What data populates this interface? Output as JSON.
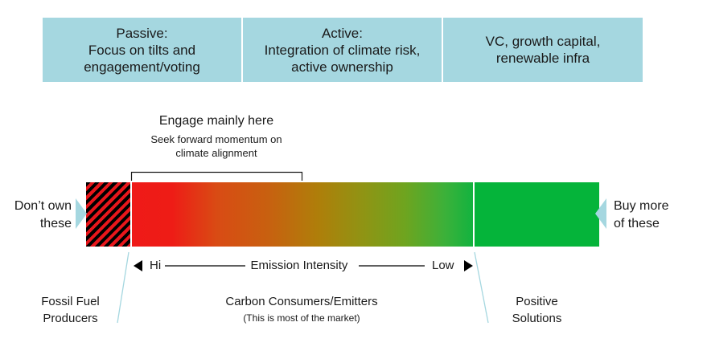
{
  "header": {
    "boxes": [
      {
        "line1": "Passive:",
        "line2": "Focus on tilts and",
        "line3": "engagement/voting"
      },
      {
        "line1": "Active:",
        "line2": "Integration of climate risk,",
        "line3": "active ownership"
      },
      {
        "line1": "VC, growth capital,",
        "line2": "renewable infra"
      }
    ]
  },
  "engage": {
    "title": "Engage mainly here",
    "sub_line1": "Seek forward momentum on",
    "sub_line2": "climate alignment"
  },
  "sides": {
    "left_line1": "Don’t own",
    "left_line2": "these",
    "right_line1": "Buy more",
    "right_line2": "of these"
  },
  "axis": {
    "left": "Hi",
    "middle": "Emission Intensity",
    "right": "Low"
  },
  "segments": {
    "fossil_line1": "Fossil Fuel",
    "fossil_line2": "Producers",
    "consumers_line1": "Carbon Consumers/Emitters",
    "consumers_line2": "(This is most of the market)",
    "positive_line1": "Positive",
    "positive_line2": "Solutions"
  },
  "colors": {
    "header_fill": "#a5d7e0",
    "red": "#ef1a18",
    "green": "#05b43a",
    "arrow_teal": "#a5d7e0"
  }
}
